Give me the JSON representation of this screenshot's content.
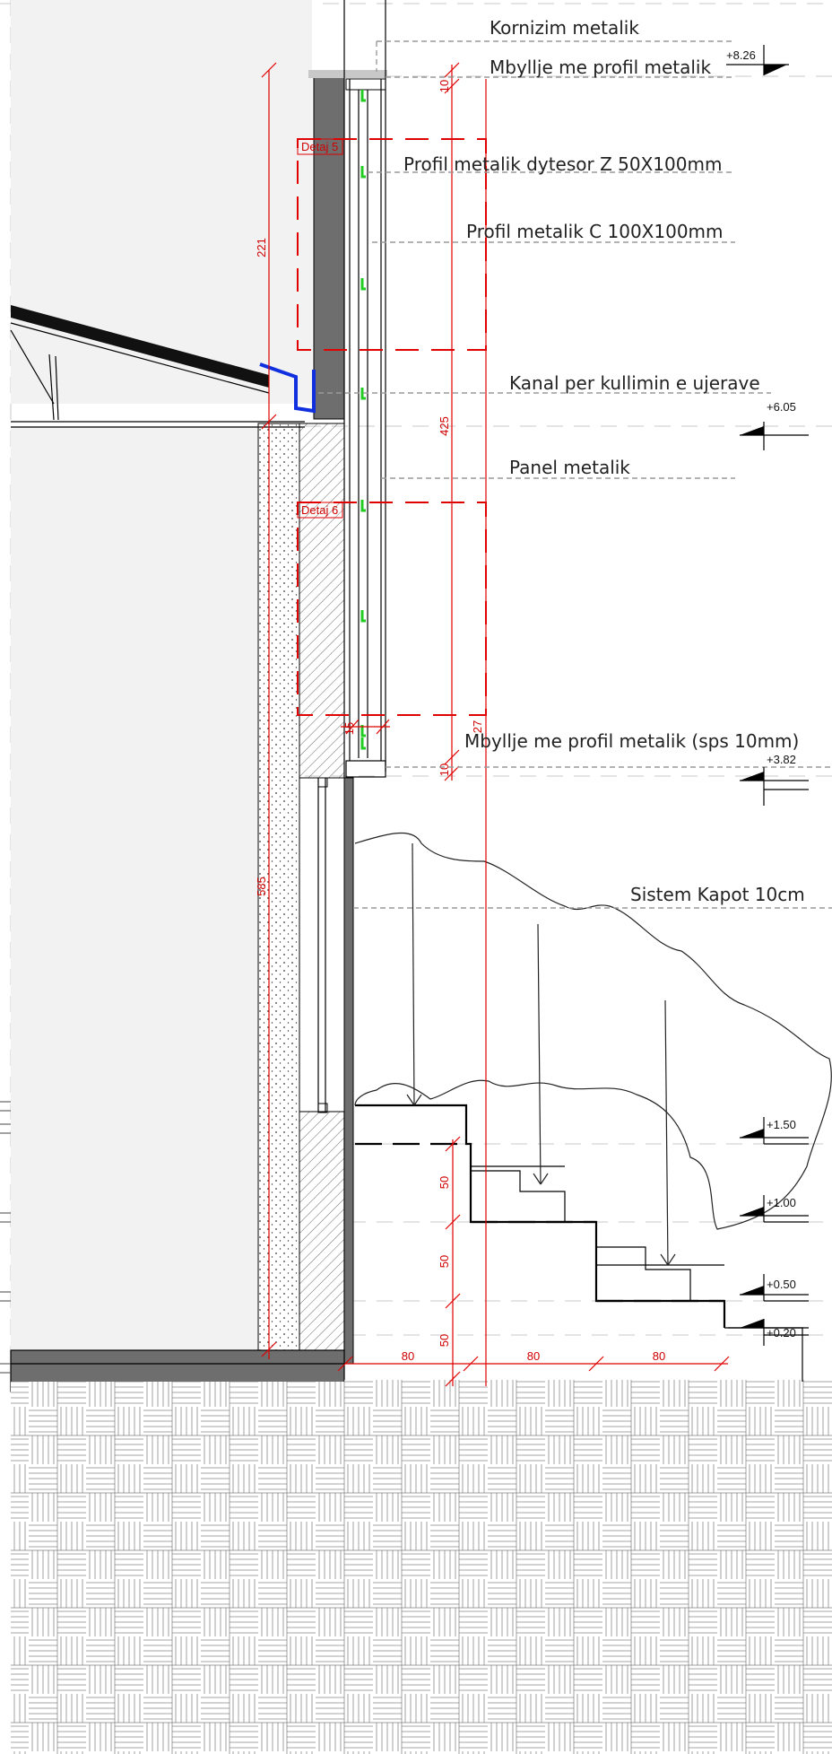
{
  "labels": {
    "kornizim": "Kornizim metalik",
    "mbyllje_top": "Mbyllje me profil metalik",
    "profil_z": "Profil metalik dytesor Z 50X100mm",
    "profil_c": "Profil metalik C 100X100mm",
    "kanal": "Kanal per kullimin e ujerave",
    "panel": "Panel metalik",
    "mbyllje_bottom": "Mbyllje me profil metalik (sps 10mm)",
    "sistem_kapot": "Sistem Kapot 10cm"
  },
  "levels": {
    "l826": "+8.26",
    "l605": "+6.05",
    "l382": "+3.82",
    "l150": "+1.50",
    "l100": "+1.00",
    "l050": "+0.50",
    "l020": "+0.20"
  },
  "details": {
    "d5": "Detaj 5",
    "d6": "Detaj 6"
  },
  "dimensions": {
    "d10_top": "10",
    "d221": "221",
    "d425": "425",
    "d585": "585",
    "d27": "27",
    "d15": "15",
    "d10_bottom": "10",
    "d50_a": "50",
    "d50_b": "50",
    "d50_c": "50",
    "d80_a": "80",
    "d80_b": "80",
    "d80_c": "80"
  },
  "colors": {
    "dimension_red": "#e00000",
    "gutter_blue": "#1030e0",
    "clip_green": "#22cc22",
    "wall_dark": "#6e6e6e",
    "fill_light": "#f2f2f2"
  }
}
